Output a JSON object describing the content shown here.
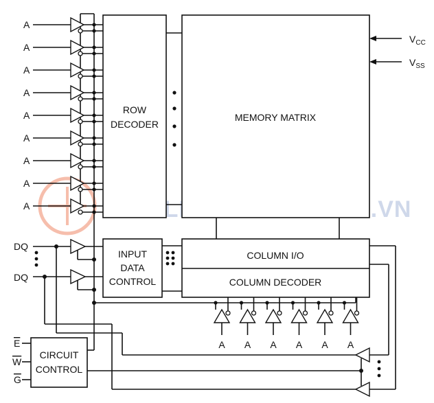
{
  "blocks": {
    "row_decoder": [
      "ROW",
      "DECODER"
    ],
    "memory_matrix": "MEMORY MATRIX",
    "input_data_control": [
      "INPUT",
      "DATA",
      "CONTROL"
    ],
    "column_io": "COLUMN I/O",
    "column_decoder": "COLUMN DECODER",
    "circuit_control": [
      "CIRCUIT",
      "CONTROL"
    ]
  },
  "labels": {
    "address": "A",
    "dq": "DQ",
    "vcc_main": "V",
    "vcc_sub": "CC",
    "vss_main": "V",
    "vss_sub": "SS",
    "enable": "E",
    "write": "W",
    "output_enable": "G"
  },
  "counts": {
    "row_address_inputs": 9,
    "column_address_inputs": 6
  },
  "watermark": "BANLINHKIENDIENTU.VN",
  "colors": {
    "line": "#111111",
    "watermark": "#cfd8ea",
    "logo": "#f08a6a"
  }
}
